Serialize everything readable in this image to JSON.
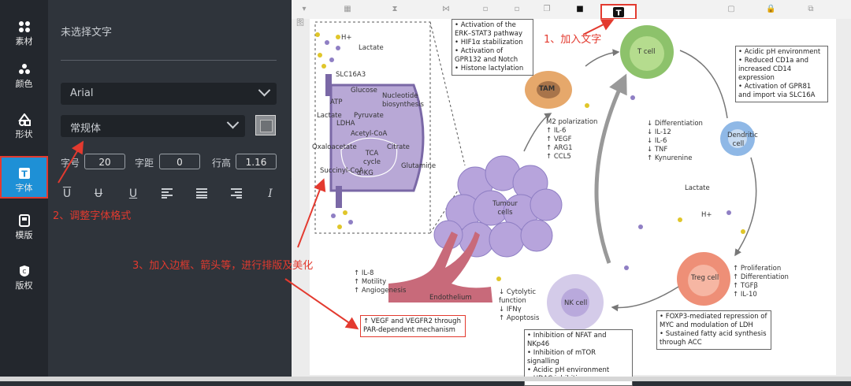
{
  "rail": {
    "items": [
      {
        "label": "素材",
        "icon": "grid-icon"
      },
      {
        "label": "颜色",
        "icon": "palette-icon"
      },
      {
        "label": "形状",
        "icon": "shapes-icon"
      },
      {
        "label": "字体",
        "icon": "text-icon"
      },
      {
        "label": "模版",
        "icon": "template-icon"
      },
      {
        "label": "版权",
        "icon": "copyright-icon"
      }
    ],
    "active": "字体"
  },
  "panel": {
    "title": "未选择文字",
    "font_family": "Arial",
    "font_style": "常规体",
    "size_label": "字号",
    "size_value": "20",
    "spacing_label": "字距",
    "spacing_value": "0",
    "line_label": "行高",
    "line_value": "1.16",
    "format_icons": [
      "overline-icon",
      "strikethrough-icon",
      "underline-icon",
      "align-left-icon",
      "align-center-icon",
      "align-right-icon",
      "italic-icon"
    ]
  },
  "annotations": {
    "a1": "1、加入文字",
    "a2": "2、调整字体格式",
    "a3": "3、加入边框、箭头等，进行排版及美化"
  },
  "toolbar": {
    "partial_label": "图"
  },
  "colors": {
    "accent": "#1e90d6",
    "annotation": "#e33a2f"
  },
  "figure": {
    "metabolism": {
      "h_plus": "H+",
      "lactate": "Lactate",
      "slc": "SLC16A3",
      "glucose": "Glucose",
      "nucleotide": "Nucleotide biosynthesis",
      "atp": "ATP",
      "lactate2": "Lactate",
      "pyruvate": "Pyruvate",
      "ldha": "LDHA",
      "acetyl": "Acetyl-CoA",
      "oxaloacetate": "Oxaloacetate",
      "citrate": "Citrate",
      "tca": "TCA cycle",
      "succinyl": "Succinyl-CoA",
      "akg": "α-KG",
      "glutamine": "Glutamine"
    },
    "box_tam": [
      "• Activation of the ERK–STAT3 pathway",
      "• HIF1α stabilization",
      "• Activation of GPR132 and Notch",
      "• Histone lactylation"
    ],
    "tam": "TAM",
    "m2": [
      "M2 polarization",
      "↑ IL-6",
      "↑ VEGF",
      "↑ ARG1",
      "↑ CCL5"
    ],
    "tcell": "T cell",
    "box_dc": [
      "• Acidic pH environment",
      "• Reduced CD1a and increased CD14 expression",
      "• Activation of GPR81 and import via SLC16A"
    ],
    "dendritic": "Dendritic cell",
    "dc_effects": [
      "↓ Differentiation",
      "↓ IL-12",
      "↓ IL-6",
      "↓ TNF",
      "↑ Kynurenine"
    ],
    "tumour": "Tumour cells",
    "lactate_r": "Lactate",
    "hplus_r": "H+",
    "endo": [
      "↑ IL-8",
      "↑ Motility",
      "↑ Angiogenesis"
    ],
    "endothelium": "Endothelium",
    "vegf_box": "↑ VEGF and VEGFR2 through PAR-dependent mechanism",
    "nk": "NK cell",
    "nk_effects": [
      "↓ Cytolytic function",
      "↓ IFNγ",
      "↑ Apoptosis"
    ],
    "box_nk": [
      "• Inhibition of NFAT and NKp46",
      "• Inhibition of mTOR signalling",
      "• Acidic pH environment",
      "• HDAC inhibition"
    ],
    "treg": "Treg cell",
    "treg_effects": [
      "↑ Proliferation",
      "↑ Differentiation",
      "↑ TGFβ",
      "↑ IL-10"
    ],
    "box_treg": [
      "• FOXP3-mediated repression of MYC and modulation of LDH",
      "• Sustained fatty acid synthesis through ACC"
    ]
  }
}
